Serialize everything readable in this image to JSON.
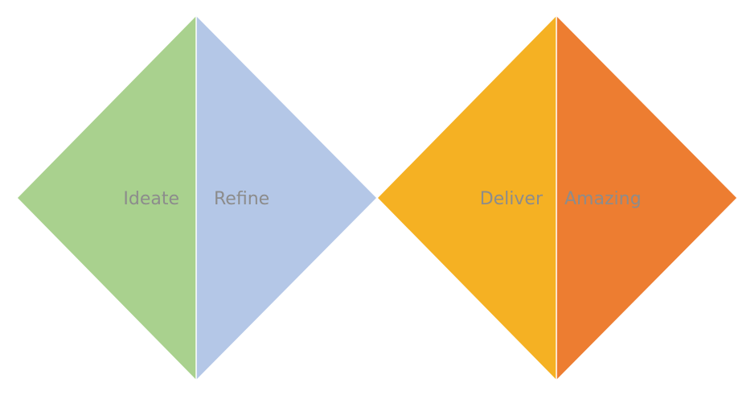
{
  "diagram": {
    "segments": [
      {
        "id": "ideate",
        "label": "Ideate",
        "color": "#a9d18e"
      },
      {
        "id": "refine",
        "label": "Refine",
        "color": "#b4c7e7"
      },
      {
        "id": "deliver",
        "label": "Deliver",
        "color": "#f5b123"
      },
      {
        "id": "amazing",
        "label": "Amazing",
        "color": "#ed7d31"
      }
    ],
    "label_color": "#8c8c8c"
  }
}
